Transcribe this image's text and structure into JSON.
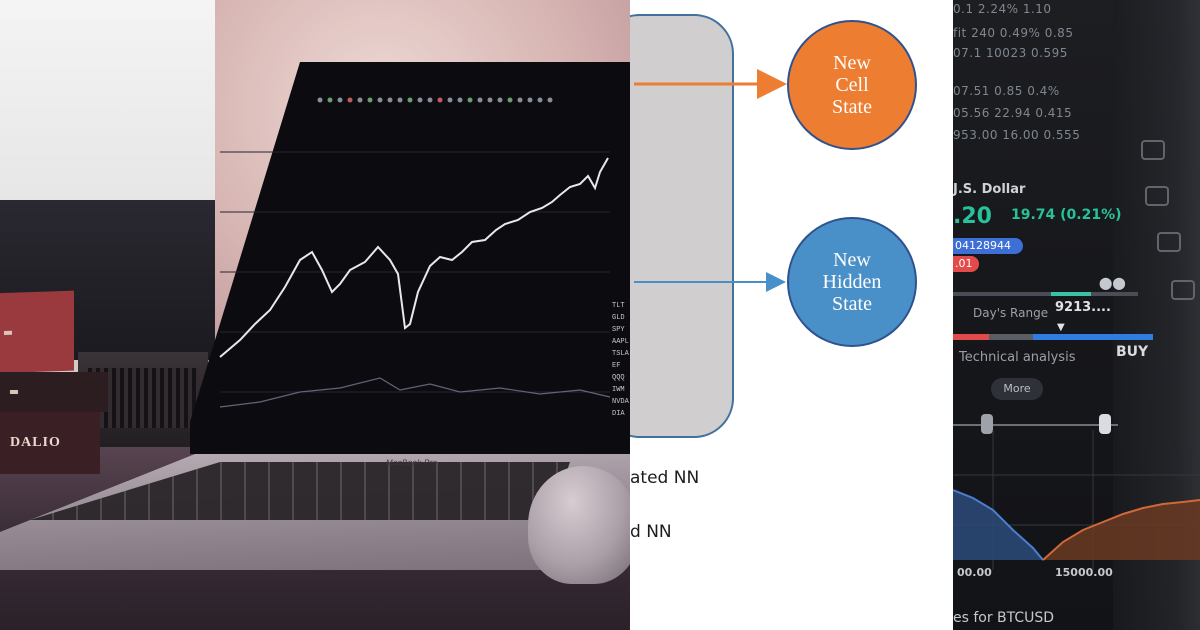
{
  "left_photo": {
    "laptop_brand": "MacBook Pro",
    "book_spine_text": "DALIO",
    "screen_tickers": [
      "TLT",
      "GLD",
      "SPY",
      "AAPL",
      "TSLA",
      "EF",
      "QQQ",
      "IWM",
      "NVDA",
      "DIA"
    ]
  },
  "diagram": {
    "nodes": {
      "cell_state": "New\nCell\nState",
      "hidden_state": "New\nHidden\nState"
    },
    "legend": {
      "line1": "ated NN",
      "line2": "d NN"
    },
    "colors": {
      "gate_box_fill": "#d0cece",
      "gate_box_border": "#41719c",
      "cell_node": "#ed7d31",
      "hidden_node": "#4a90c8",
      "cell_arrow": "#ed7d31",
      "hidden_arrow": "#4a90c8"
    }
  },
  "right_phone": {
    "quote_rows": [
      "0.1  2.24%  1.10",
      "fit  240  0.49%  0.85",
      "07.1  10023  0.595",
      "07.51  0.85  0.4%",
      "05.56  22.94  0.415",
      "953.00  16.00  0.555"
    ],
    "asset_name": "J.S. Dollar",
    "price": ".20",
    "change": "19.74 (0.21%)",
    "bid": "04128944",
    "ask": ".01",
    "range_value": "9213....",
    "range_label": "Day's Range",
    "technical_label": "Technical analysis",
    "signal": "BUY",
    "more_label": "More",
    "axis_labels": [
      "00.00",
      "15000.00"
    ],
    "bottom_text": "es for BTCUSD"
  }
}
